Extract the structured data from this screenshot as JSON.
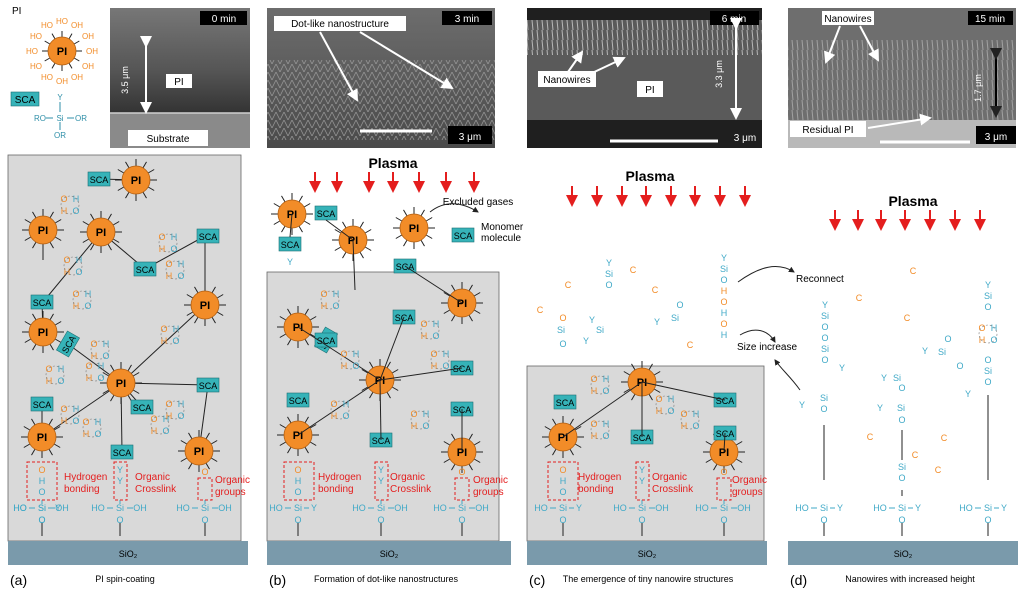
{
  "legend": {
    "pi_title": "PI",
    "pi_ball": "PI",
    "oh": "OH",
    "ho": "HO",
    "sca": "SCA",
    "y": "Y",
    "ro": "RO",
    "si": "Si",
    "or": "OR"
  },
  "sem_images": [
    {
      "time": "0 min",
      "scale_label": "3.5 μm",
      "labels": [
        "PI",
        "Substrate"
      ]
    },
    {
      "time": "3 min",
      "scale": "3 μm",
      "labels": [
        "Dot-like nanostructure"
      ]
    },
    {
      "time": "6 min",
      "scale": "3 μm",
      "scale_label": "3.3 μm",
      "labels": [
        "Nanowires",
        "PI"
      ]
    },
    {
      "time": "15 min",
      "scale": "3 μm",
      "scale_label": "1.7 μm",
      "labels": [
        "Nanowires",
        "Residual PI"
      ]
    }
  ],
  "atoms": {
    "o": "O",
    "h": "H",
    "c": "C",
    "si": "Si",
    "y": "Y",
    "pi": "PI",
    "sca": "SCA",
    "ho": "HO",
    "oh": "OH",
    "sio2": "SiO₂"
  },
  "panels": [
    {
      "letter": "(a)",
      "caption": "PI spin-coating",
      "annotations": [
        "Hydrogen bonding",
        "Organic Crosslink",
        "Organic groups"
      ]
    },
    {
      "letter": "(b)",
      "caption": "Formation of dot-like nanostructures",
      "plasma": "Plasma",
      "annotations": [
        "Hydrogen bonding",
        "Organic Crosslink",
        "Organic groups",
        "Excluded gases",
        "Monomer molecule"
      ]
    },
    {
      "letter": "(c)",
      "caption": "The emergence of tiny nanowire structures",
      "plasma": "Plasma",
      "annotations": [
        "Hydrogen bonding",
        "Organic Crosslink",
        "Organic groups",
        "Reconnect",
        "Size increase"
      ]
    },
    {
      "letter": "(d)",
      "caption": "Nanowires with increased height",
      "plasma": "Plasma"
    }
  ],
  "colors": {
    "pi": "#f28c28",
    "sca": "#36b3b8",
    "panel": "#d9d9d9",
    "substrate": "#7a9aab",
    "plasma_arrow": "#e41e1e",
    "annotation": "#e41e1e",
    "o_atom": "#f28c28",
    "h_atom": "#3fa9c7"
  }
}
